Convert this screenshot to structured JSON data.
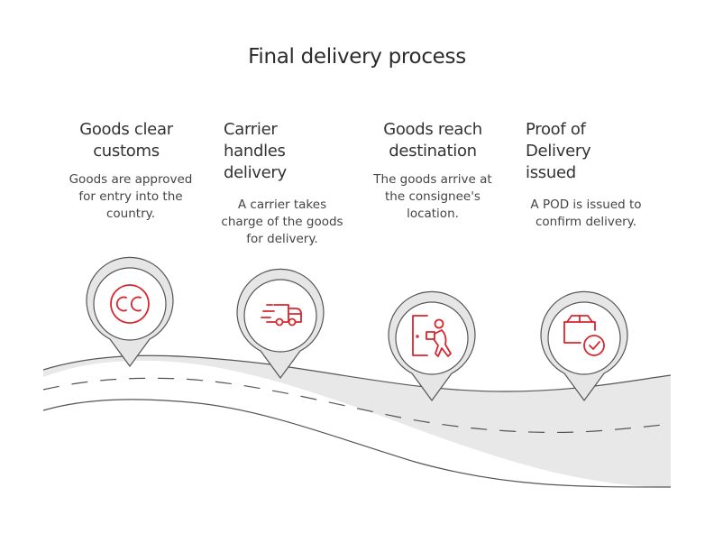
{
  "title": "Final delivery process",
  "colors": {
    "accent": "#d9262e",
    "road_fill": "#e8e8e8",
    "outline": "#555555",
    "text": "#333333"
  },
  "steps": [
    {
      "title": "Goods clear\ncustoms",
      "description": "Goods are approved\nfor entry into the\ncountry.",
      "icon": "cc-customs-icon"
    },
    {
      "title": "Carrier\nhandles\ndelivery",
      "description": "A carrier takes\ncharge of the goods\nfor delivery.",
      "icon": "fast-delivery-truck-icon"
    },
    {
      "title": "Goods reach\ndestination",
      "description": "The goods arrive at\nthe consignee's\nlocation.",
      "icon": "person-delivering-box-icon"
    },
    {
      "title": "Proof of\nDelivery\nissued",
      "description": "A POD is issued to\nconfirm delivery.",
      "icon": "box-checkmark-icon"
    }
  ]
}
